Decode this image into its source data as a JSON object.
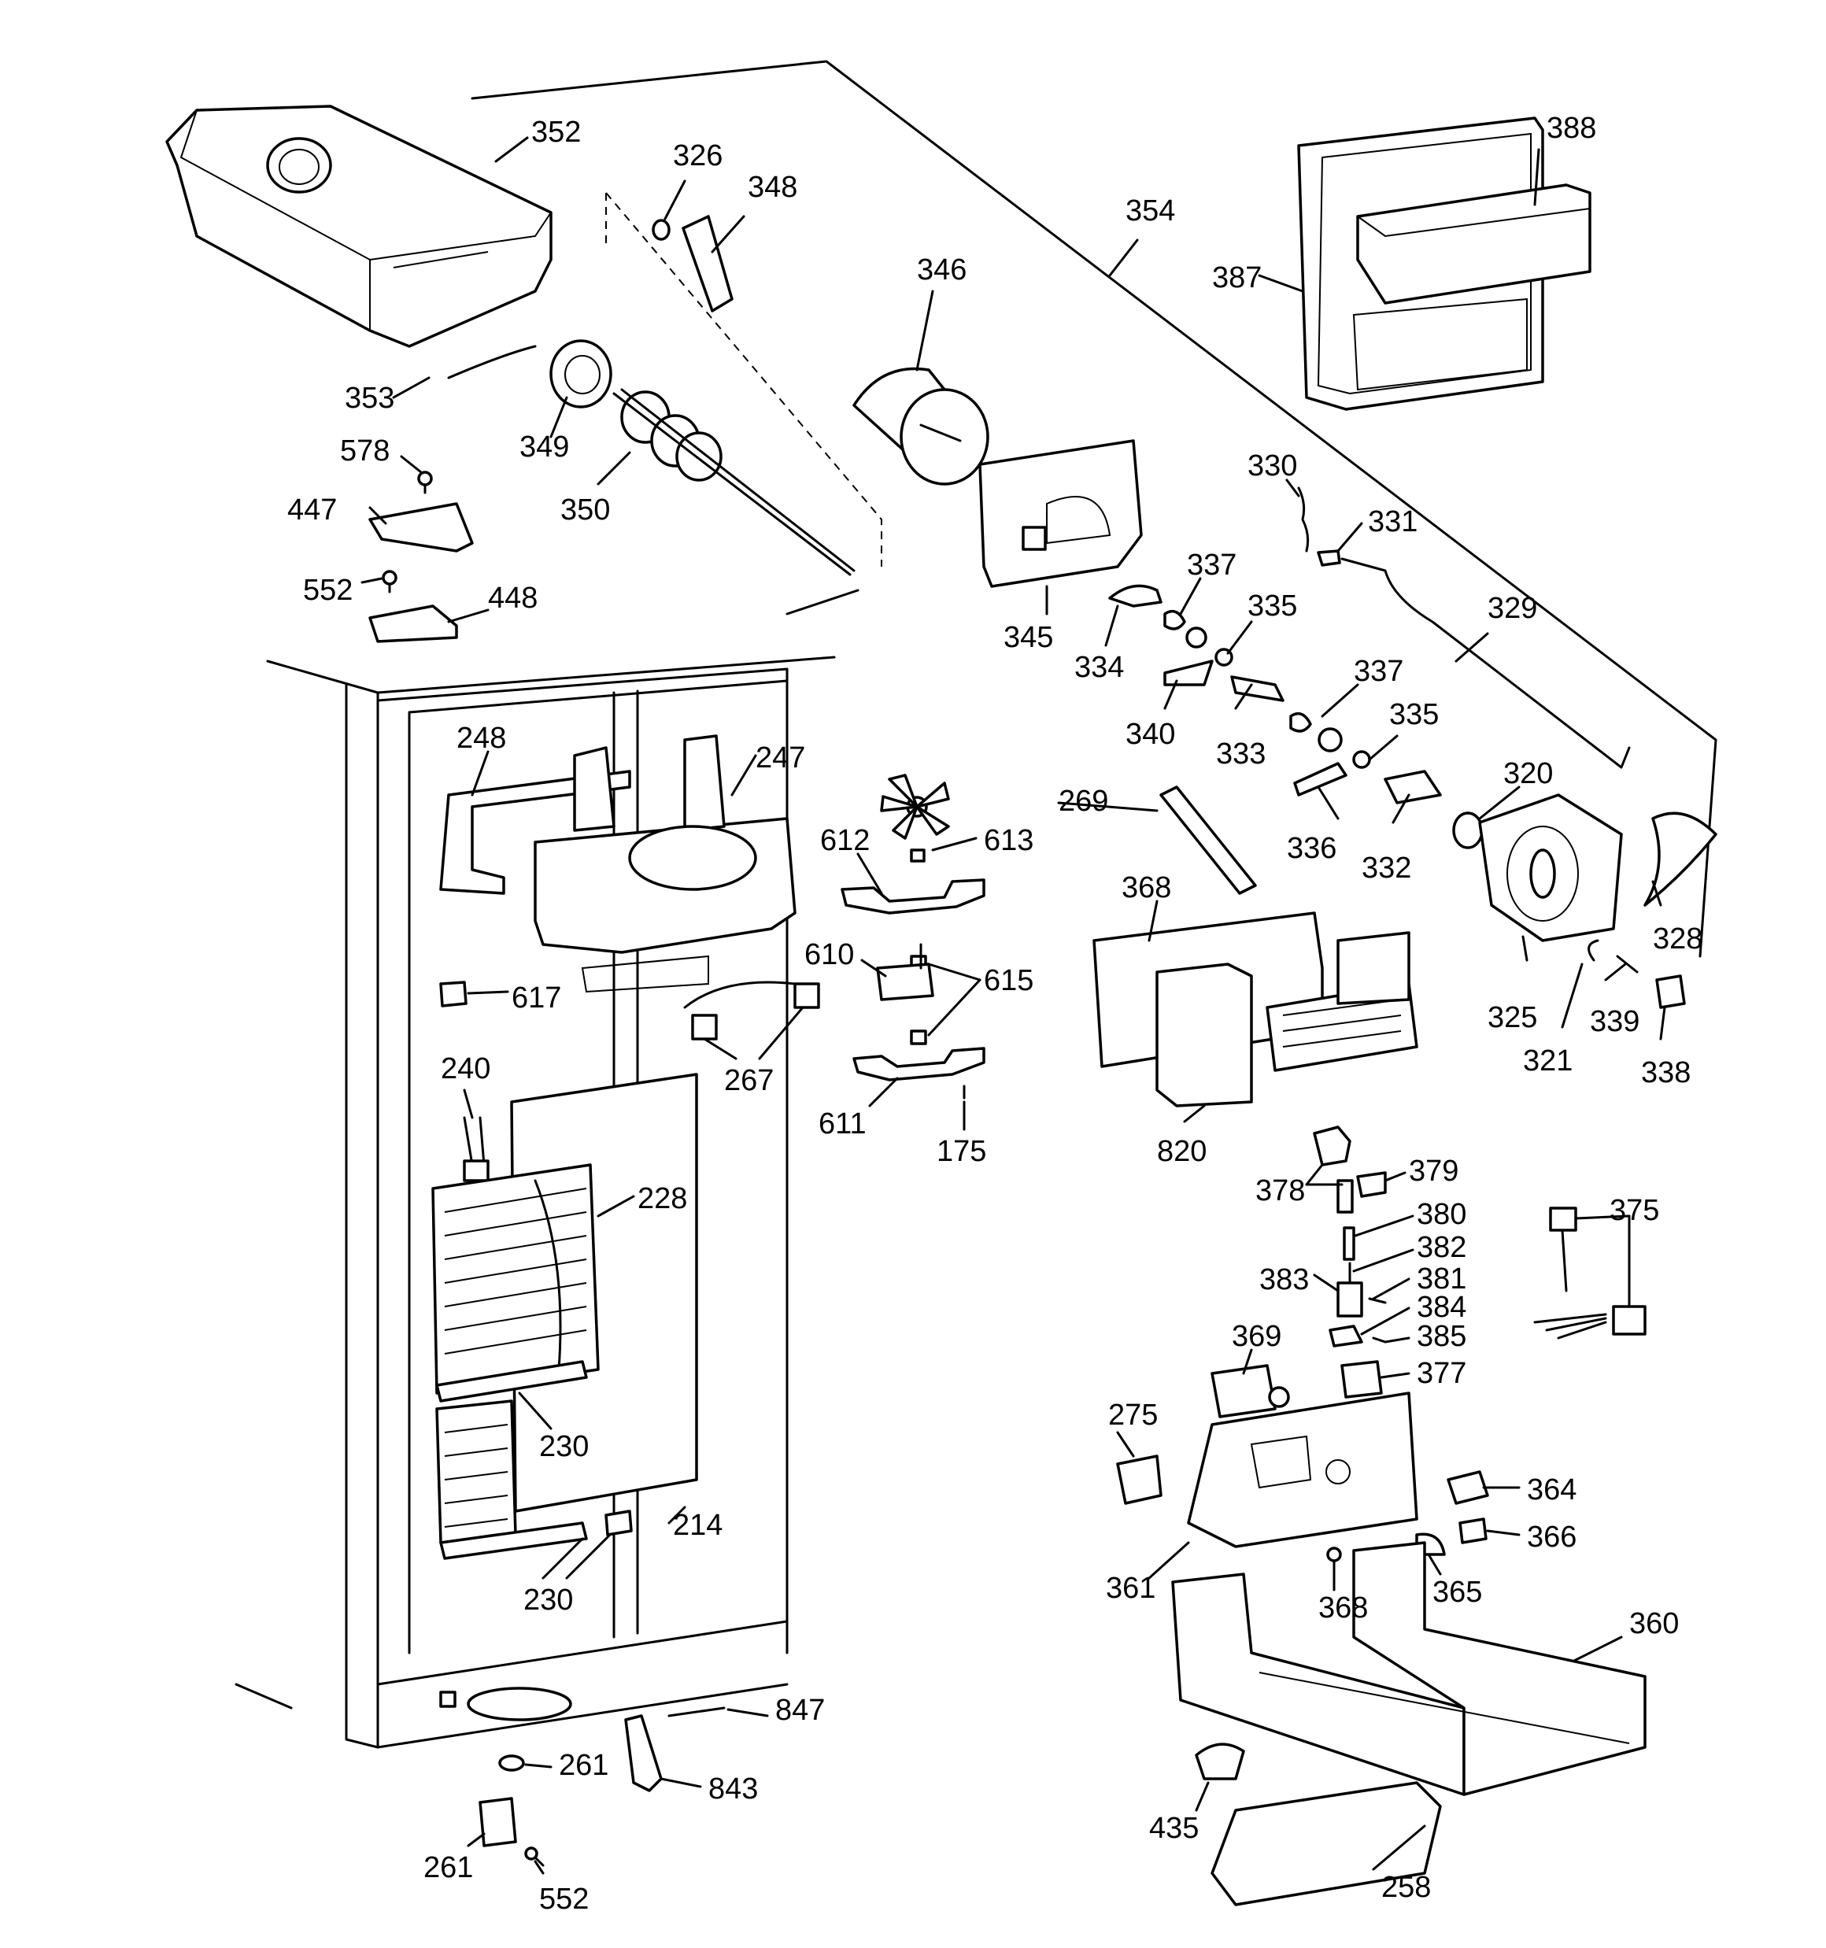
{
  "labels": {
    "p352": "352",
    "p326": "326",
    "p348": "348",
    "p346": "346",
    "p354": "354",
    "p388": "388",
    "p387": "387",
    "p353": "353",
    "p349": "349",
    "p350": "350",
    "p578": "578",
    "p447": "447",
    "p552a": "552",
    "p448": "448",
    "p345": "345",
    "p330": "330",
    "p331": "331",
    "p337a": "337",
    "p335a": "335",
    "p329": "329",
    "p334": "334",
    "p340": "340",
    "p333": "333",
    "p337b": "337",
    "p335b": "335",
    "p336": "336",
    "p332": "332",
    "p320": "320",
    "p328": "328",
    "p325": "325",
    "p321": "321",
    "p339": "339",
    "p338": "338",
    "p248": "248",
    "p247": "247",
    "p612": "612",
    "p613": "613",
    "p269": "269",
    "p368a": "368",
    "p610": "610",
    "p615": "615",
    "p617": "617",
    "p267": "267",
    "p611": "611",
    "p175": "175",
    "p820": "820",
    "p240": "240",
    "p228": "228",
    "p378": "378",
    "p379": "379",
    "p380": "380",
    "p382": "382",
    "p381": "381",
    "p383": "383",
    "p384": "384",
    "p385": "385",
    "p375": "375",
    "p369": "369",
    "p377": "377",
    "p230a": "230",
    "p275": "275",
    "p364": "364",
    "p214": "214",
    "p366": "366",
    "p361": "361",
    "p368b": "368",
    "p365": "365",
    "p230b": "230",
    "p360": "360",
    "p847": "847",
    "p261a": "261",
    "p843": "843",
    "p435": "435",
    "p258": "258",
    "p261b": "261",
    "p552b": "552"
  }
}
